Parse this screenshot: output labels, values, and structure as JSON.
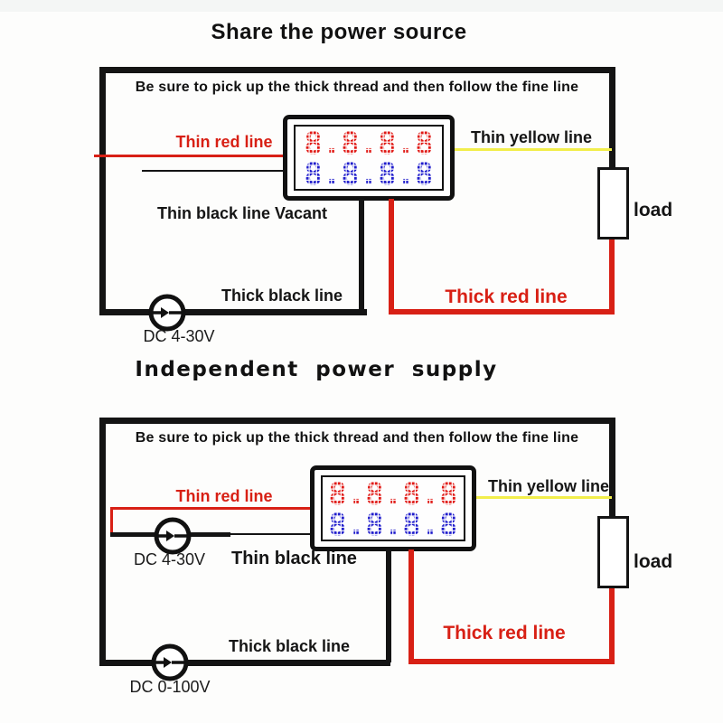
{
  "colors": {
    "wire_red": "#d82015",
    "wire_yellow": "#f2ee4b",
    "wire_black": "#141414",
    "digit_red": "#e01814",
    "digit_blue": "#1f1ccc"
  },
  "diagram1": {
    "title": "Share the power source",
    "note": "Be sure to pick up the thick thread and then follow the fine line",
    "display": {
      "row1": "8.8.8.8",
      "row2": "8.8.8.8"
    },
    "labels": {
      "thin_red": "Thin red line",
      "thin_yellow": "Thin yellow line",
      "thin_black_vacant": "Thin black line Vacant",
      "thick_black": "Thick black line",
      "thick_red": "Thick red line",
      "load": "load",
      "supply": "DC 4-30V"
    }
  },
  "diagram2": {
    "title": "Independent power supply",
    "note": "Be sure to pick up the thick thread and then follow the fine line",
    "display": {
      "row1": "8.8.8.8",
      "row2": "8.8.8.8"
    },
    "labels": {
      "thin_red": "Thin red line",
      "thin_yellow": "Thin yellow line",
      "thin_black": "Thin black line",
      "meter_supply": "DC 4-30V",
      "thick_black": "Thick black line",
      "thick_red": "Thick red line",
      "load": "load",
      "supply": "DC 0-100V"
    }
  }
}
